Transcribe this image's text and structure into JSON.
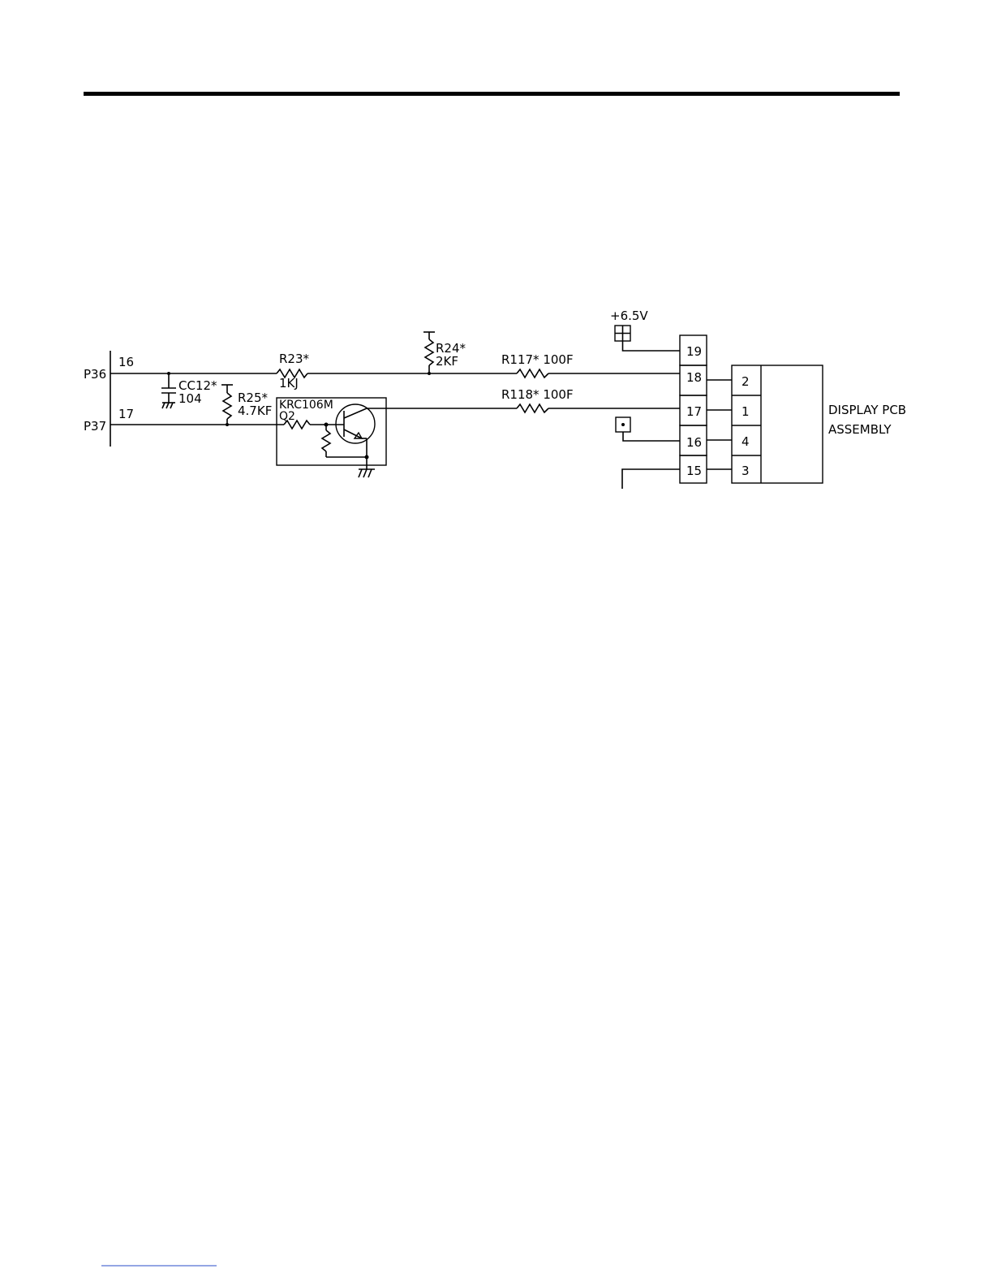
{
  "diagram": {
    "ports": {
      "p36": "P36",
      "p37": "P37",
      "pin16": "16",
      "pin17": "17"
    },
    "components": {
      "cc12": {
        "ref": "CC12*",
        "value": "104"
      },
      "r23": {
        "ref": "R23*",
        "value": "1KJ"
      },
      "r24": {
        "ref": "R24*",
        "value": "2KF"
      },
      "r25": {
        "ref": "R25*",
        "value": "4.7KF"
      },
      "r117": {
        "ref": "R117* 100F"
      },
      "r118": {
        "ref": "R118* 100F"
      },
      "q2": {
        "part": "KRC106M",
        "ref": "Q2"
      }
    },
    "supply": "+6.5V",
    "connector_pins": [
      "19",
      "18",
      "17",
      "16",
      "15"
    ],
    "display_pins": [
      "2",
      "1",
      "4",
      "3"
    ],
    "display_label_line1": "DISPLAY PCB",
    "display_label_line2": "ASSEMBLY"
  }
}
